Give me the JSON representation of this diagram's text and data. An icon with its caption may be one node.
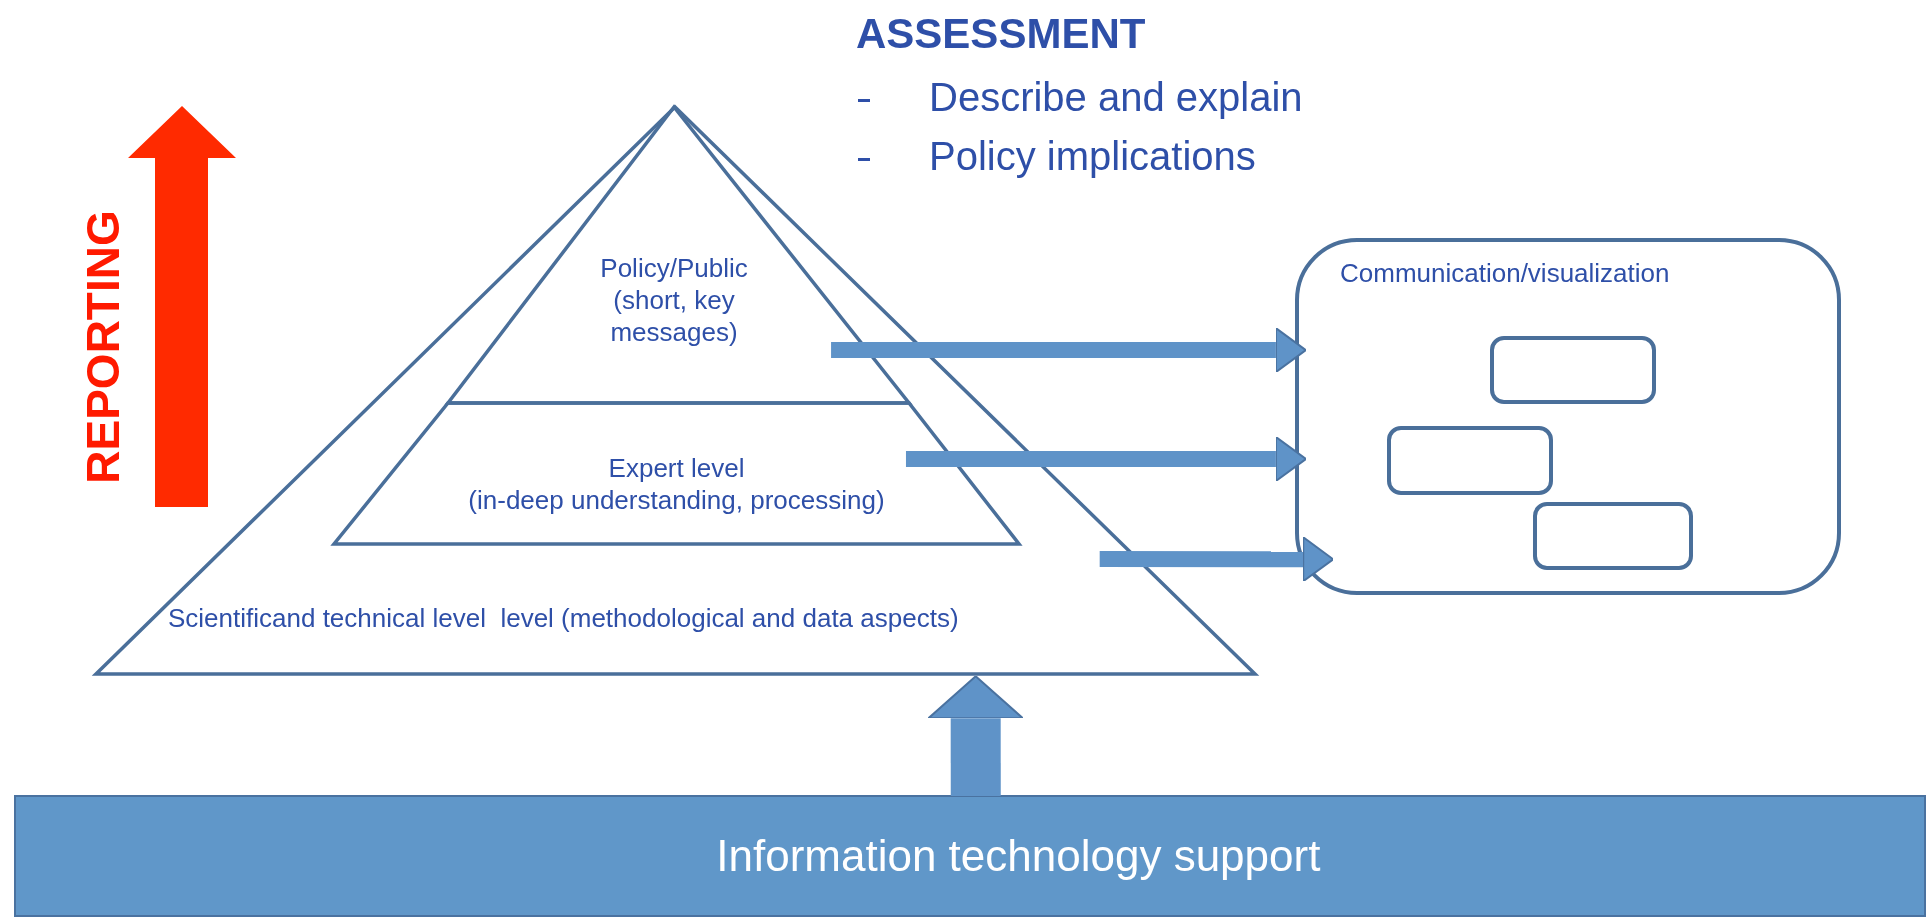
{
  "diagram": {
    "nodes": [
      {
        "text": [
          "Scientificand technical level  level (methodological and data aspects)"
        ]
      },
      {
        "text": [
          "Policy/Public",
          "(short, key messages)"
        ],
        "in": 0
      },
      {
        "text": [
          "Expert level",
          "(in-deep understanding, processing)"
        ],
        "in": 0
      },
      {
        "text": [
          "Communication/visualization"
        ]
      },
      {
        "text": [],
        "shape": "box",
        "in": 3
      },
      {
        "text": [],
        "shape": "box",
        "in": 3
      },
      {
        "text": [],
        "shape": "box",
        "in": 3
      },
      {
        "text": [
          "Information technology support"
        ]
      }
    ],
    "edges": [
      {
        "from": 1,
        "to": 3,
        "arrow": "to"
      },
      {
        "from": 2,
        "to": 3,
        "arrow": "to"
      },
      {
        "from": 0,
        "to": 3,
        "arrow": "to"
      },
      {
        "from": 7,
        "to": 0,
        "arrow": "to",
        "style": "thick"
      }
    ],
    "labels": [
      "ASSESSMENT",
      "Describe and explain",
      "Policy implications",
      "REPORTING"
    ]
  }
}
